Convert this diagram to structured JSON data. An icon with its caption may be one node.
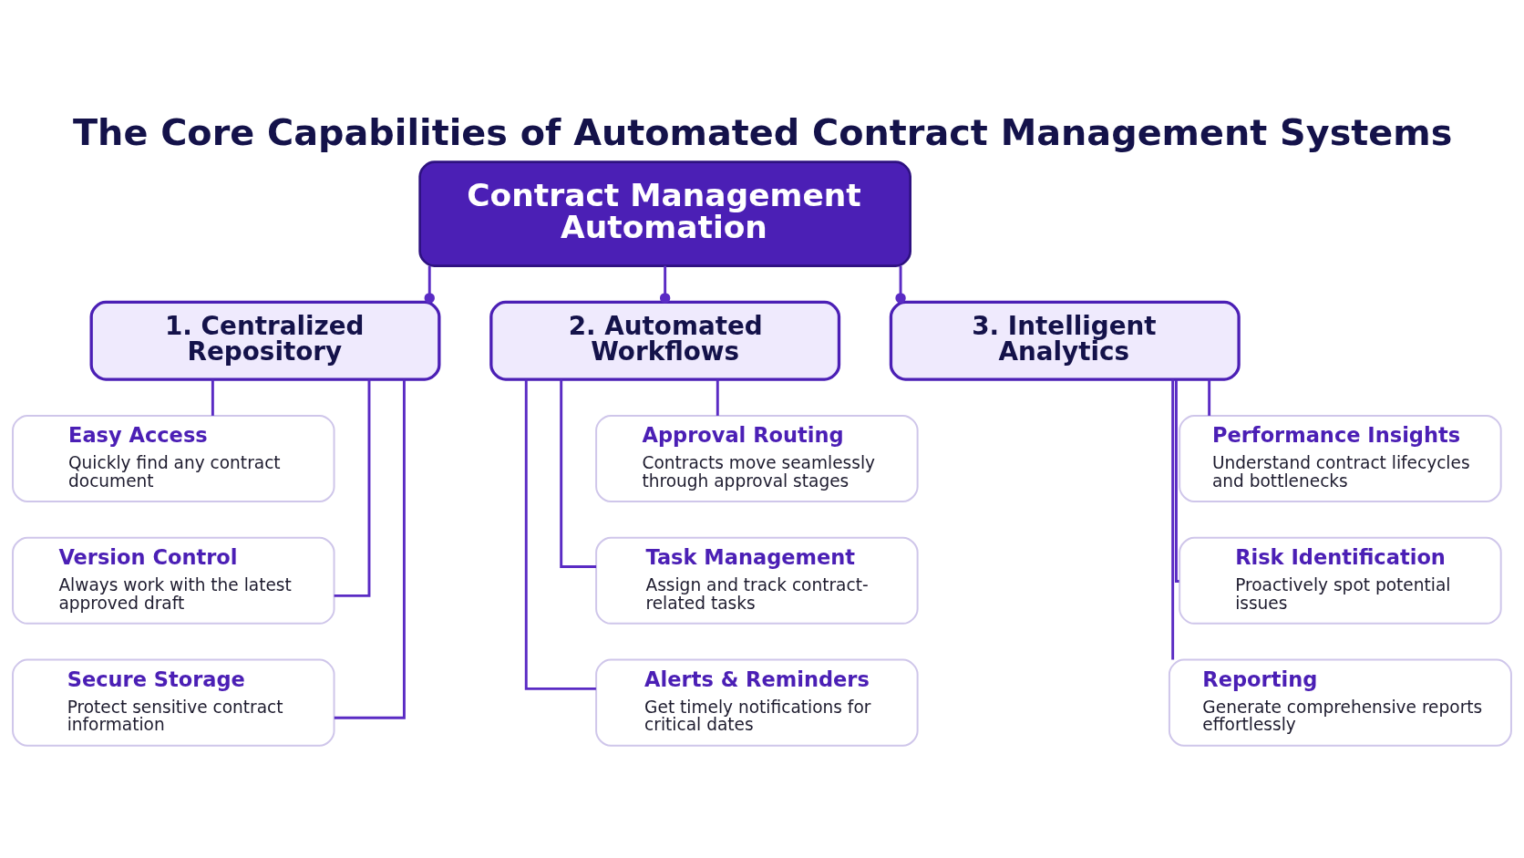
{
  "diagram": {
    "title": "The Core Capabilities of Automated Contract Management Systems",
    "nodes": [
      {
        "text": [
          "Contract Management Automation"
        ]
      },
      {
        "text": [
          "1. Centralized Repository"
        ]
      },
      {
        "text": [
          "Easy Access",
          "Quickly find any contract document"
        ]
      },
      {
        "text": [
          "Version Control",
          "Always work with the latest approved draft"
        ]
      },
      {
        "text": [
          "Secure Storage",
          "Protect sensitive contract information"
        ]
      },
      {
        "text": [
          "2. Automated Workflows"
        ]
      },
      {
        "text": [
          "Approval Routing",
          "Contracts move seamlessly through approval stages"
        ]
      },
      {
        "text": [
          "Task Management",
          "Assign and track contract-related tasks"
        ]
      },
      {
        "text": [
          "Alerts & Reminders",
          "Get timely notifications for critical dates"
        ]
      },
      {
        "text": [
          "3. Intelligent Analytics"
        ]
      },
      {
        "text": [
          "Performance Insights",
          "Understand contract lifecycles and bottlenecks"
        ]
      },
      {
        "text": [
          "Risk Identification",
          "Proactively spot potential issues"
        ]
      },
      {
        "text": [
          "Reporting",
          "Generate comprehensive reports effortlessly"
        ]
      }
    ],
    "edges": [
      {
        "from": 0,
        "to": 1,
        "arrow": "other"
      },
      {
        "from": 0,
        "to": 5,
        "arrow": "other"
      },
      {
        "from": 0,
        "to": 9,
        "arrow": "other"
      },
      {
        "from": 1,
        "to": 2,
        "arrow": "none"
      },
      {
        "from": 1,
        "to": 3,
        "arrow": "none"
      },
      {
        "from": 1,
        "to": 4,
        "arrow": "none"
      },
      {
        "from": 5,
        "to": 6,
        "arrow": "none"
      },
      {
        "from": 5,
        "to": 7,
        "arrow": "none"
      },
      {
        "from": 5,
        "to": 8,
        "arrow": "none"
      },
      {
        "from": 9,
        "to": 10,
        "arrow": "none"
      },
      {
        "from": 9,
        "to": 11,
        "arrow": "none"
      },
      {
        "from": 9,
        "to": 12,
        "arrow": "none"
      }
    ]
  }
}
